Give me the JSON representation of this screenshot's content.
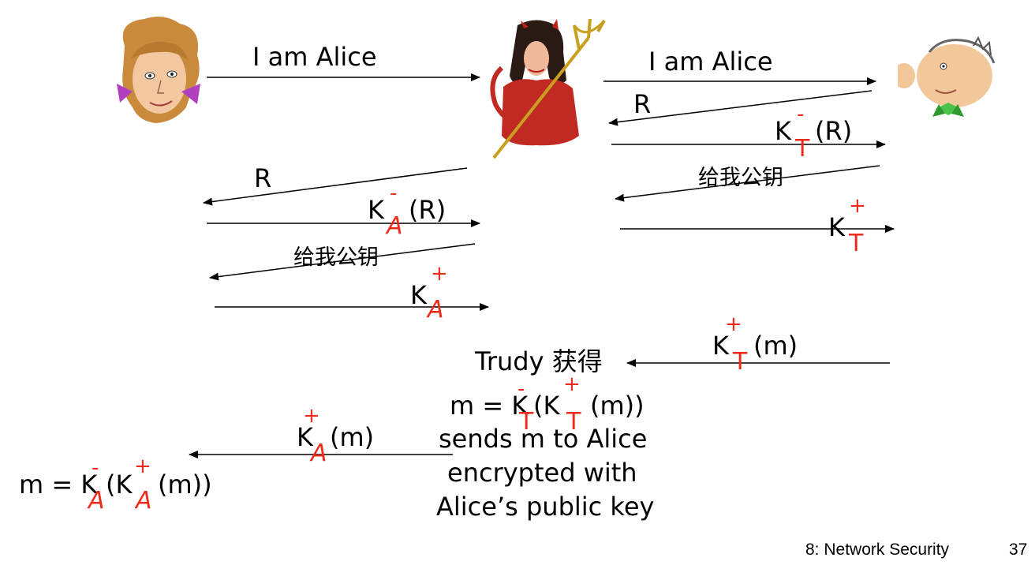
{
  "messages": {
    "alice_to_trudy": "I am Alice",
    "trudy_to_bob": "I am Alice",
    "bob_nonce": "R",
    "trudy_nonce": "R",
    "request_key_bob": "给我公钥",
    "request_key_trudy": "给我公钥",
    "trudy_obtains": "Trudy 获得",
    "sends_line1": "sends m to Alice",
    "sends_line2": "encrypted with",
    "sends_line3": "Alice’s public key"
  },
  "keys": {
    "k": "K",
    "minus": "-",
    "plus": "+",
    "sub_T": "T",
    "sub_A": "A"
  },
  "expressions": {
    "paren_R": "(R)",
    "paren_m": "(m)",
    "m_equals": "m = K",
    "open_k": "(K",
    "close_mm": "(m))"
  },
  "footer": {
    "section": "8: Network Security",
    "page": "37"
  },
  "colors": {
    "key_annotation": "#ee2a1a",
    "text": "#000000"
  }
}
